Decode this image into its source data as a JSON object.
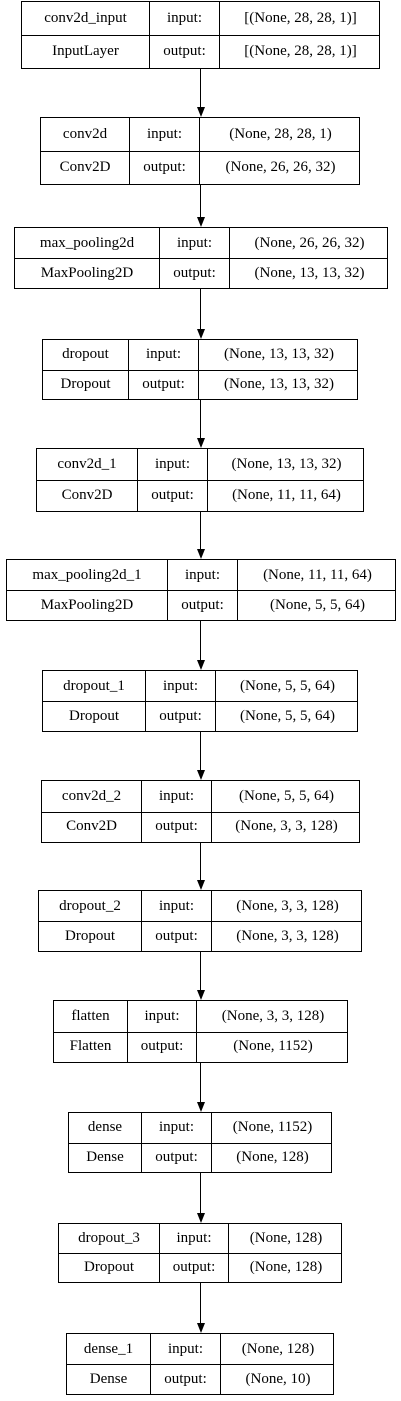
{
  "diagram": {
    "input_label": "input:",
    "output_label": "output:",
    "layers": [
      {
        "name": "conv2d_input",
        "type": "InputLayer",
        "input_shape": "[(None, 28, 28, 1)]",
        "output_shape": "[(None, 28, 28, 1)]"
      },
      {
        "name": "conv2d",
        "type": "Conv2D",
        "input_shape": "(None, 28, 28, 1)",
        "output_shape": "(None, 26, 26, 32)"
      },
      {
        "name": "max_pooling2d",
        "type": "MaxPooling2D",
        "input_shape": "(None, 26, 26, 32)",
        "output_shape": "(None, 13, 13, 32)"
      },
      {
        "name": "dropout",
        "type": "Dropout",
        "input_shape": "(None, 13, 13, 32)",
        "output_shape": "(None, 13, 13, 32)"
      },
      {
        "name": "conv2d_1",
        "type": "Conv2D",
        "input_shape": "(None, 13, 13, 32)",
        "output_shape": "(None, 11, 11, 64)"
      },
      {
        "name": "max_pooling2d_1",
        "type": "MaxPooling2D",
        "input_shape": "(None, 11, 11, 64)",
        "output_shape": "(None, 5, 5, 64)"
      },
      {
        "name": "dropout_1",
        "type": "Dropout",
        "input_shape": "(None, 5, 5, 64)",
        "output_shape": "(None, 5, 5, 64)"
      },
      {
        "name": "conv2d_2",
        "type": "Conv2D",
        "input_shape": "(None, 5, 5, 64)",
        "output_shape": "(None, 3, 3, 128)"
      },
      {
        "name": "dropout_2",
        "type": "Dropout",
        "input_shape": "(None, 3, 3, 128)",
        "output_shape": "(None, 3, 3, 128)"
      },
      {
        "name": "flatten",
        "type": "Flatten",
        "input_shape": "(None, 3, 3, 128)",
        "output_shape": "(None, 1152)"
      },
      {
        "name": "dense",
        "type": "Dense",
        "input_shape": "(None, 1152)",
        "output_shape": "(None, 128)"
      },
      {
        "name": "dropout_3",
        "type": "Dropout",
        "input_shape": "(None, 128)",
        "output_shape": "(None, 128)"
      },
      {
        "name": "dense_1",
        "type": "Dense",
        "input_shape": "(None, 128)",
        "output_shape": "(None, 10)"
      }
    ]
  }
}
